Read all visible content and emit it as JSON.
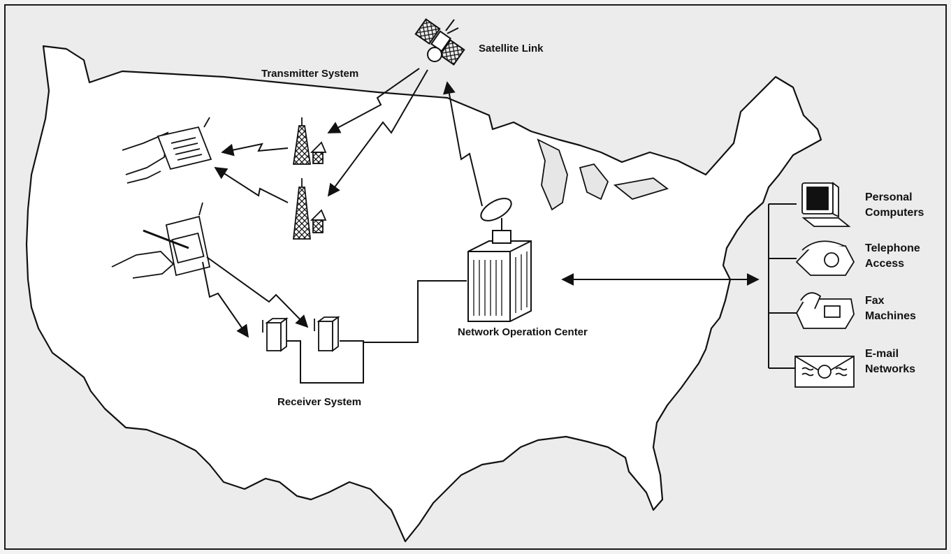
{
  "labels": {
    "satellite": "Satellite Link",
    "transmitter": "Transmitter System",
    "receiver": "Receiver System",
    "noc": "Network Operation Center"
  },
  "endpoints": [
    {
      "line1": "Personal",
      "line2": "Computers",
      "icon": "computer-icon"
    },
    {
      "line1": "Telephone",
      "line2": "Access",
      "icon": "telephone-icon"
    },
    {
      "line1": "Fax",
      "line2": "Machines",
      "icon": "fax-icon"
    },
    {
      "line1": "E-mail",
      "line2": "Networks",
      "icon": "envelope-icon"
    }
  ],
  "colors": {
    "ink": "#111111",
    "paper": "#ffffff",
    "land_shade": "#dcdcdc"
  }
}
